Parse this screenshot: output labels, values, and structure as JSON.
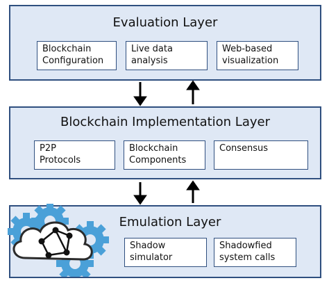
{
  "layers": {
    "evaluation": {
      "title": "Evaluation Layer",
      "boxes": [
        "Blockchain\nConfiguration",
        "Live data\nanalysis",
        "Web-based\nvisualization"
      ]
    },
    "implementation": {
      "title": "Blockchain Implementation Layer",
      "boxes": [
        "P2P\nProtocols",
        "Blockchain\nComponents",
        "Consensus"
      ]
    },
    "emulation": {
      "title": "Emulation Layer",
      "boxes": [
        "Shadow\nsimulator",
        "Shadowfied\nsystem calls"
      ]
    }
  },
  "icons": [
    "gear-cloud-network-icon"
  ],
  "colors": {
    "layer_fill": "#dfe8f5",
    "border": "#2f4f7f",
    "gear": "#4aa0d8",
    "arrow": "#000000"
  }
}
